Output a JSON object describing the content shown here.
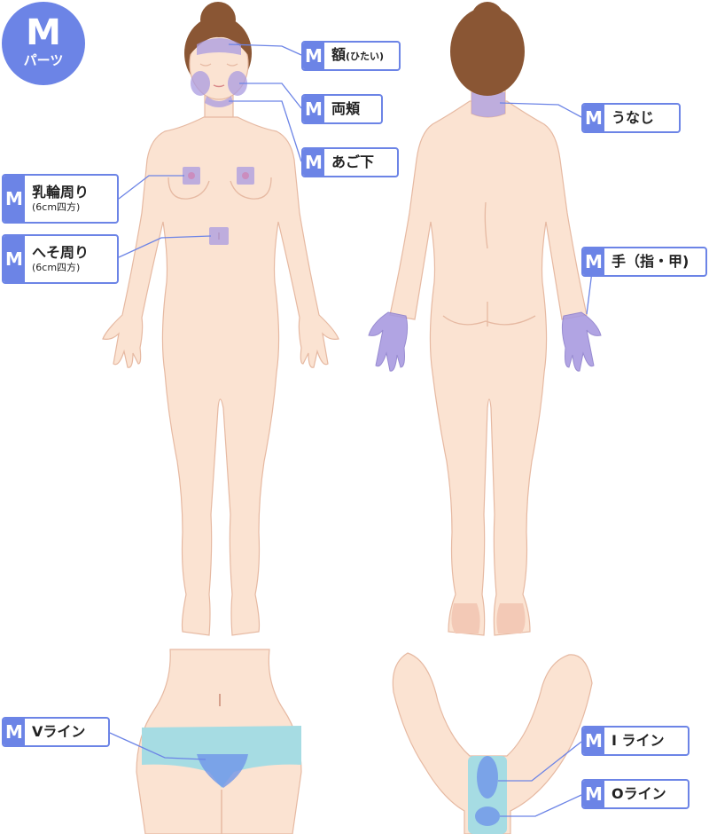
{
  "colors": {
    "accent": "#6c84e6",
    "skin": "#fbe3d2",
    "skin_outline": "#e6b9a2",
    "hair": "#8a5634",
    "treated": "#a99be0",
    "underwear": "#a6dce3",
    "underwear_area": "#6f95e8"
  },
  "badge": {
    "letter": "M",
    "subtitle": "パーツ"
  },
  "labels": [
    {
      "m": "M",
      "text": "額",
      "note": "(ひたい)"
    },
    {
      "m": "M",
      "text": "両頬"
    },
    {
      "m": "M",
      "text": "あご下"
    },
    {
      "m": "M",
      "text": "乳輪周り",
      "sub": "(6cm四方)"
    },
    {
      "m": "M",
      "text": "へそ周り",
      "sub": "(6cm四方)"
    },
    {
      "m": "M",
      "text": "うなじ"
    },
    {
      "m": "M",
      "text": "手（指・甲)"
    },
    {
      "m": "M",
      "text": "Vライン"
    },
    {
      "m": "M",
      "text": "I ライン"
    },
    {
      "m": "M",
      "text": "Oライン"
    }
  ]
}
